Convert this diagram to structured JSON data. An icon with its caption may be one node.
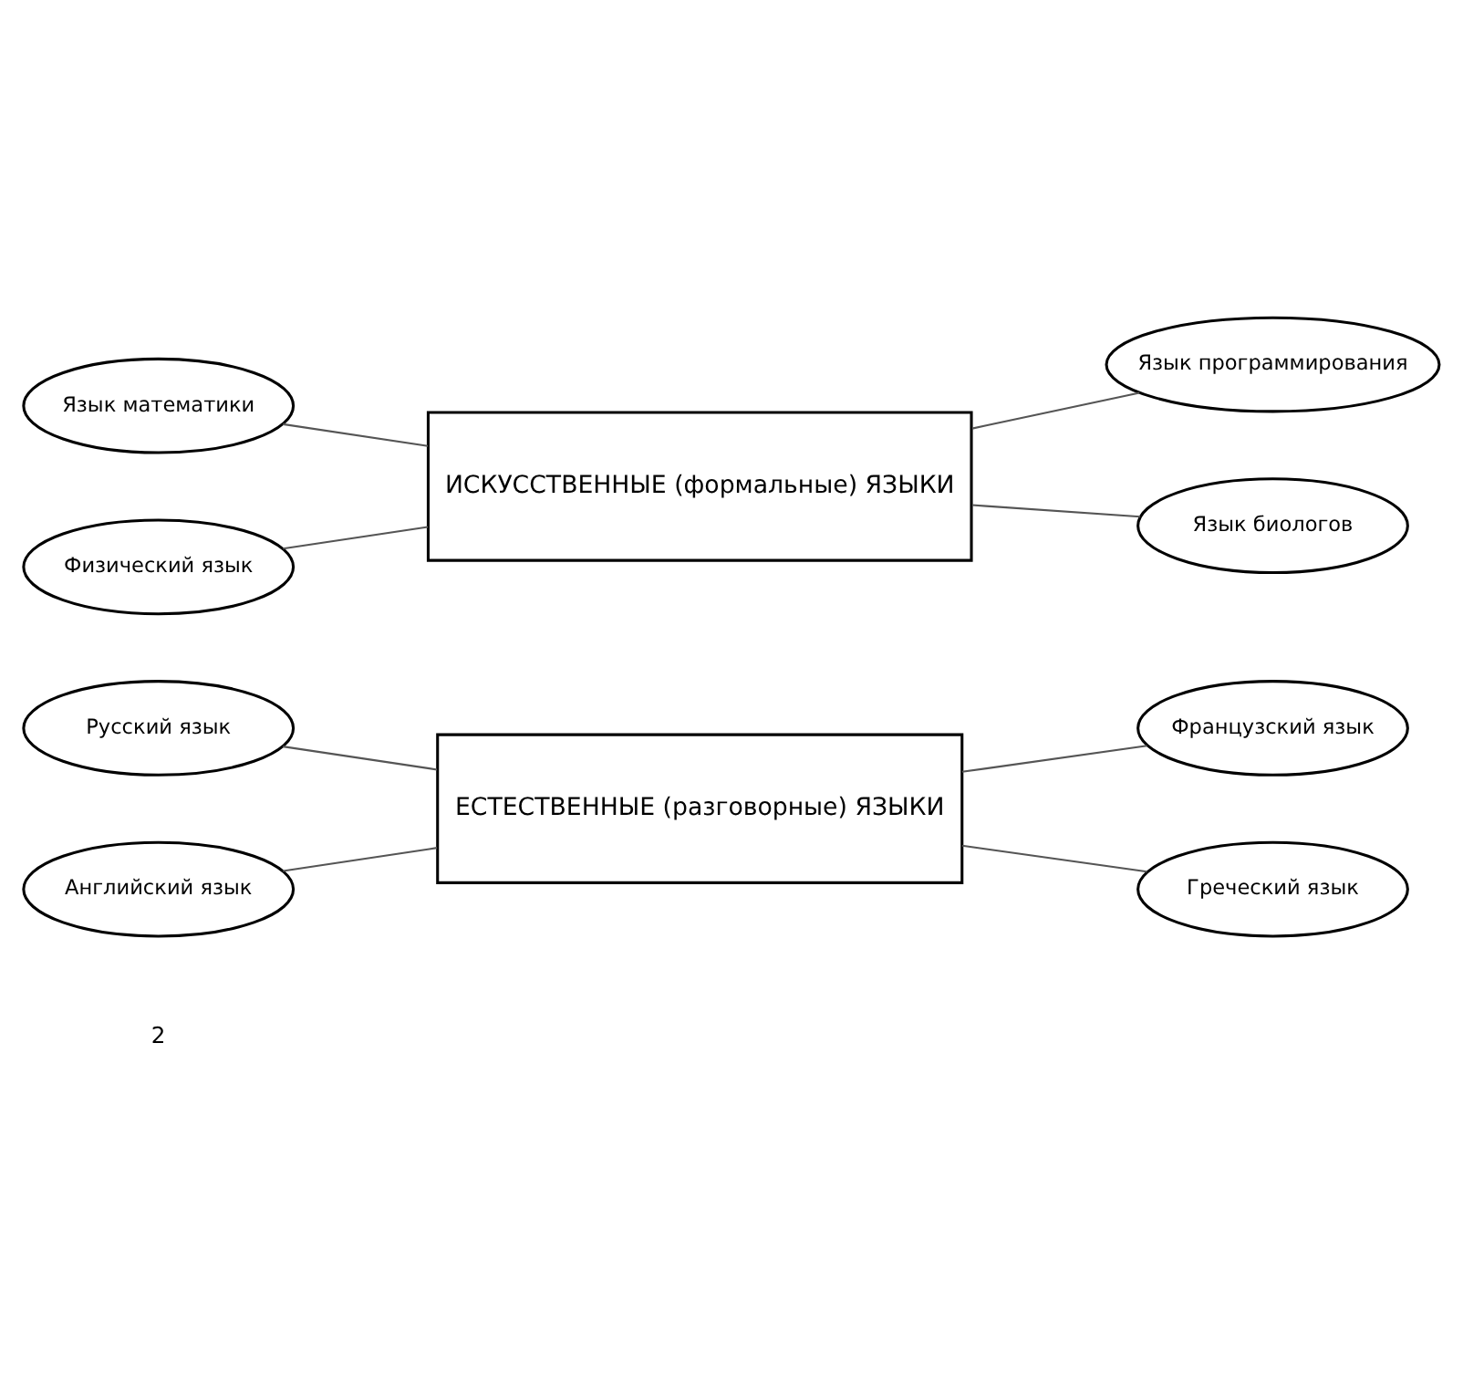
{
  "diagram": {
    "nodes": [
      {
        "text": [
          "Русский язык"
        ]
      },
      {
        "text": [
          "Французский язык"
        ]
      },
      {
        "text": [
          "ЕСТЕСТВЕННЫЕ (разговорные) ЯЗЫКИ"
        ]
      },
      {
        "text": [
          "Английский язык"
        ]
      },
      {
        "text": [
          "Греческий язык"
        ]
      },
      {
        "text": [
          "Язык математики"
        ]
      },
      {
        "text": [
          "Язык программирования"
        ]
      },
      {
        "text": [
          "ИСКУССТВЕННЫЕ (формальные) ЯЗЫКИ"
        ]
      },
      {
        "text": [
          "Физический язык"
        ]
      },
      {
        "text": [
          "Язык биологов"
        ]
      }
    ],
    "edges": [
      {
        "from": 0,
        "to": 2,
        "arrow": "none"
      },
      {
        "from": 2,
        "to": 1,
        "arrow": "none"
      },
      {
        "from": 3,
        "to": 2,
        "arrow": "none"
      },
      {
        "from": 2,
        "to": 4,
        "arrow": "none"
      },
      {
        "from": 5,
        "to": 7,
        "arrow": "none"
      },
      {
        "from": 7,
        "to": 6,
        "arrow": "none"
      },
      {
        "from": 8,
        "to": 7,
        "arrow": "none"
      },
      {
        "from": 7,
        "to": 9,
        "arrow": "none"
      }
    ],
    "labels": [
      "2"
    ]
  }
}
